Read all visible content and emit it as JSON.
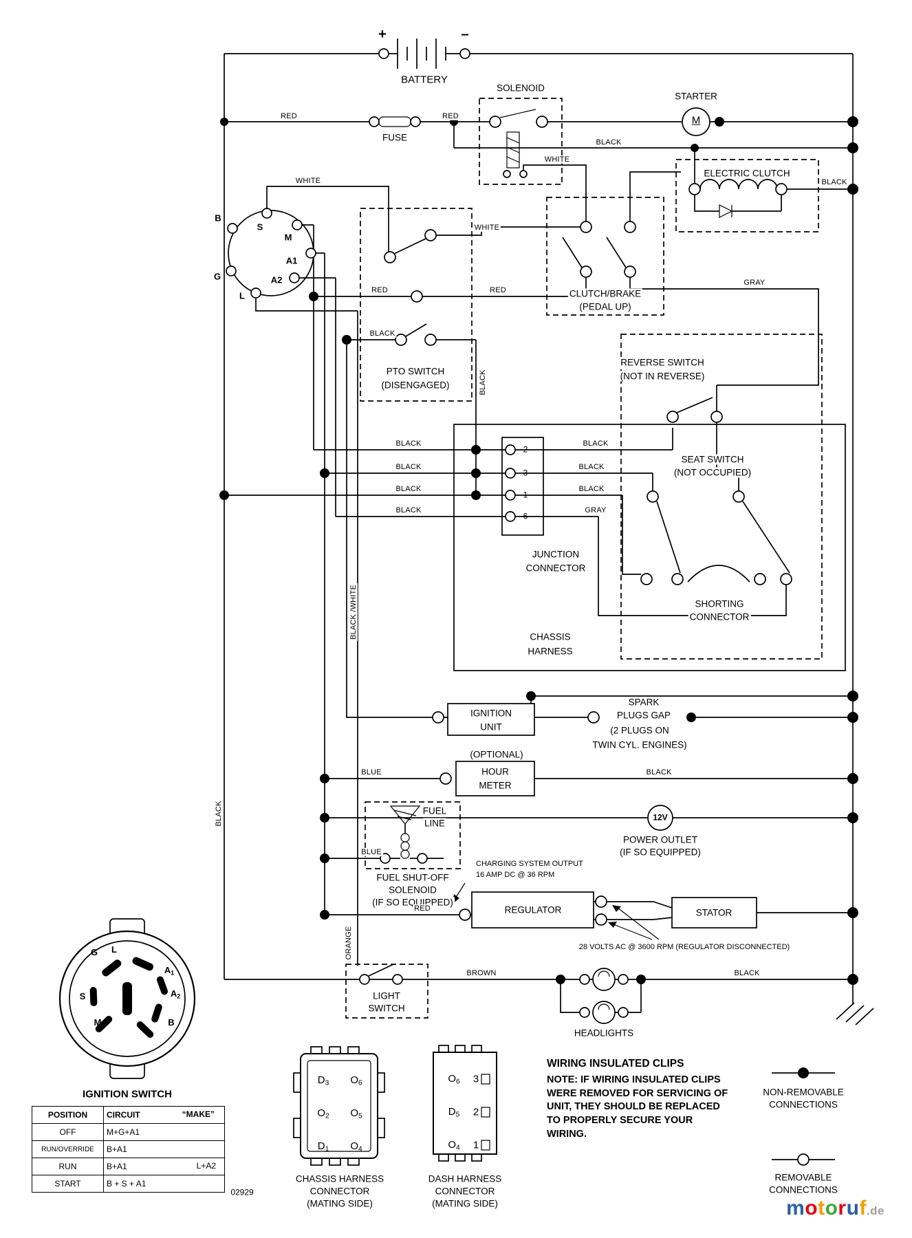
{
  "colors": {
    "ink": "#000000",
    "background": "#ffffff"
  },
  "wire_labels": {
    "red": "RED",
    "black": "BLACK",
    "white": "WHITE",
    "gray": "GRAY",
    "blue": "BLUE",
    "orange": "ORANGE",
    "brown": "BROWN",
    "black_white": "BLACK /WHITE"
  },
  "components": {
    "battery": {
      "label": "BATTERY",
      "plus": "+",
      "minus": "–"
    },
    "fuse": {
      "label": "FUSE"
    },
    "solenoid": {
      "label": "SOLENOID"
    },
    "starter": {
      "label": "STARTER",
      "motor": "M"
    },
    "electric_clutch": {
      "label": "ELECTRIC CLUTCH"
    },
    "pto_switch": {
      "line1": "PTO SWITCH",
      "line2": "(DISENGAGED)"
    },
    "clutch_brake": {
      "line1": "CLUTCH/BRAKE",
      "line2": "(PEDAL UP)"
    },
    "reverse_switch": {
      "line1": "REVERSE SWITCH",
      "line2": "(NOT IN REVERSE)"
    },
    "seat_switch": {
      "line1": "SEAT SWITCH",
      "line2": "(NOT OCCUPIED)"
    },
    "junction_connector": {
      "line1": "JUNCTION",
      "line2": "CONNECTOR",
      "pins": [
        "2",
        "3",
        "1",
        "6"
      ]
    },
    "shorting_connector": {
      "line1": "SHORTING",
      "line2": "CONNECTOR"
    },
    "chassis_harness": {
      "line1": "CHASSIS",
      "line2": "HARNESS"
    },
    "ignition_unit": {
      "line1": "IGNITION",
      "line2": "UNIT"
    },
    "spark_plugs": {
      "line1": "SPARK",
      "line2": "PLUGS GAP",
      "line3": "(2 PLUGS ON",
      "line4": "TWIN CYL. ENGINES)"
    },
    "hour_meter": {
      "optional": "(OPTIONAL)",
      "line1": "HOUR",
      "line2": "METER"
    },
    "fuel_line": {
      "line1": "FUEL",
      "line2": "LINE"
    },
    "power_outlet": {
      "value": "12V",
      "line1": "POWER OUTLET",
      "line2": "(IF SO EQUIPPED)"
    },
    "fuel_shutoff": {
      "line1": "FUEL SHUT-OFF",
      "line2": "SOLENOID",
      "line3": "(IF SO EQUIPPED)"
    },
    "charging_output": {
      "line1": "CHARGING SYSTEM OUTPUT",
      "line2": "16 AMP DC @ 36 RPM"
    },
    "regulator": {
      "label": "REGULATOR"
    },
    "stator": {
      "label": "STATOR"
    },
    "stator_note": "28 VOLTS AC @ 3600 RPM (REGULATOR DISCONNECTED)",
    "light_switch": {
      "line1": "LIGHT",
      "line2": "SWITCH"
    },
    "headlights": {
      "label": "HEADLIGHTS"
    }
  },
  "key_switch_schematic": {
    "terminals": [
      "S",
      "M",
      "A1",
      "A2",
      "L",
      "G",
      "B"
    ]
  },
  "ignition_switch": {
    "title": "IGNITION SWITCH",
    "terminals": [
      {
        "base": "G",
        "sub": ""
      },
      {
        "base": "L",
        "sub": ""
      },
      {
        "base": "A",
        "sub": "1"
      },
      {
        "base": "A",
        "sub": "2"
      },
      {
        "base": "S",
        "sub": ""
      },
      {
        "base": "M",
        "sub": ""
      },
      {
        "base": "B",
        "sub": ""
      }
    ],
    "table": {
      "col1": "POSITION",
      "col2": "CIRCUIT",
      "col3": "“MAKE”",
      "rows": [
        {
          "position": "OFF",
          "circuit": "M+G+A1",
          "extra": ""
        },
        {
          "position": "RUN/OVERRIDE",
          "circuit": "B+A1",
          "extra": ""
        },
        {
          "position": "RUN",
          "circuit": "B+A1",
          "extra": "L+A2"
        },
        {
          "position": "START",
          "circuit": "B + S + A1",
          "extra": ""
        }
      ]
    },
    "code": "02929"
  },
  "connectors": {
    "chassis": {
      "pins": [
        {
          "base": "D",
          "sub": "3"
        },
        {
          "base": "O",
          "sub": "6"
        },
        {
          "base": "O",
          "sub": "2"
        },
        {
          "base": "O",
          "sub": "5"
        },
        {
          "base": "D",
          "sub": "1"
        },
        {
          "base": "O",
          "sub": "4"
        }
      ],
      "caption": [
        "CHASSIS HARNESS",
        "CONNECTOR",
        "(MATING SIDE)"
      ]
    },
    "dash": {
      "pins_left": [
        {
          "base": "O",
          "sub": "6"
        },
        {
          "base": "D",
          "sub": "5"
        },
        {
          "base": "O",
          "sub": "4"
        }
      ],
      "pins_right": [
        "3",
        "2",
        "1"
      ],
      "caption": [
        "DASH HARNESS",
        "CONNECTOR",
        "(MATING SIDE)"
      ]
    }
  },
  "notes": {
    "clips_title": "WIRING INSULATED CLIPS",
    "note_prefix": "NOTE:",
    "note_body": "IF WIRING INSULATED CLIPS WERE REMOVED FOR SERVICING OF UNIT, THEY SHOULD BE REPLACED TO PROPERLY SECURE YOUR WIRING.",
    "legend": {
      "non_removable": [
        "NON-REMOVABLE",
        "CONNECTIONS"
      ],
      "removable": [
        "REMOVABLE",
        "CONNECTIONS"
      ]
    }
  },
  "watermark": {
    "letters": [
      {
        "ch": "m",
        "color": "#2b5fa3"
      },
      {
        "ch": "o",
        "color": "#e30613"
      },
      {
        "ch": "t",
        "color": "#f59c00"
      },
      {
        "ch": "o",
        "color": "#3aaa35"
      },
      {
        "ch": "r",
        "color": "#e30613"
      },
      {
        "ch": "u",
        "color": "#2b5fa3"
      },
      {
        "ch": "f",
        "color": "#f59c00"
      }
    ],
    "suffix": ".de",
    "suffix_color": "#9d9d9c"
  }
}
